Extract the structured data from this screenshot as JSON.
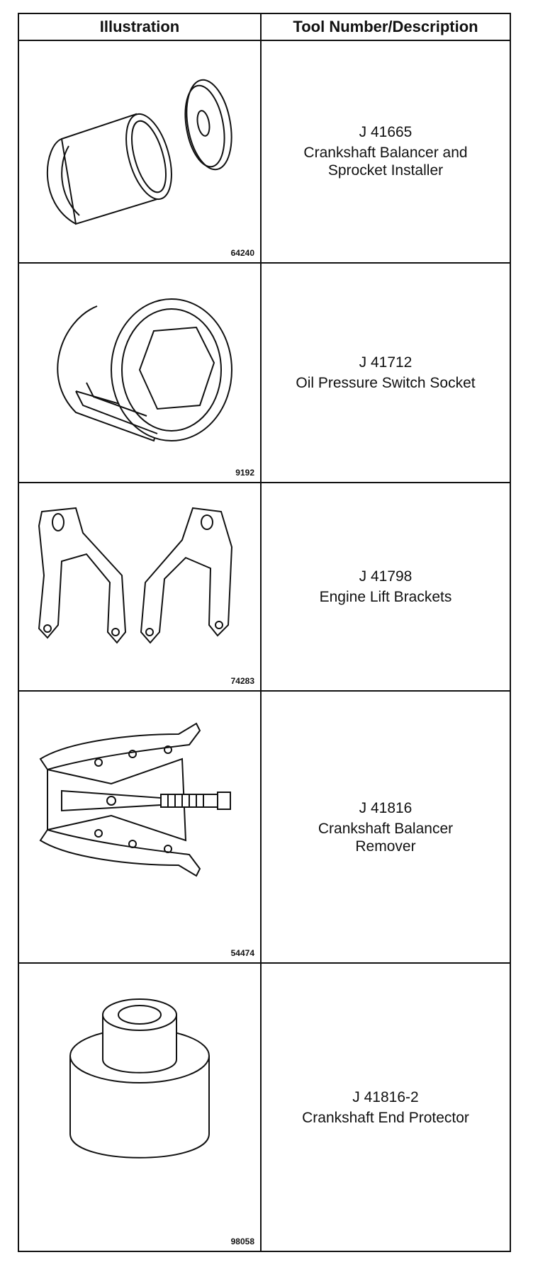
{
  "table": {
    "headers": {
      "illustration": "Illustration",
      "tool": "Tool Number/Description"
    },
    "rows": [
      {
        "figure": "64240",
        "number": "J 41665",
        "desc_lines": [
          "Crankshaft Balancer and",
          "Sprocket Installer"
        ],
        "icon": "balancer-installer-icon"
      },
      {
        "figure": "9192",
        "number": "J 41712",
        "desc_lines": [
          "Oil Pressure Switch Socket"
        ],
        "icon": "hex-socket-icon"
      },
      {
        "figure": "74283",
        "number": "J 41798",
        "desc_lines": [
          "Engine Lift Brackets"
        ],
        "icon": "lift-brackets-icon"
      },
      {
        "figure": "54474",
        "number": "J 41816",
        "desc_lines": [
          "Crankshaft Balancer",
          "Remover"
        ],
        "icon": "puller-icon"
      },
      {
        "figure": "98058",
        "number": "J 41816-2",
        "desc_lines": [
          "Crankshaft End Protector"
        ],
        "icon": "end-protector-icon"
      }
    ]
  }
}
